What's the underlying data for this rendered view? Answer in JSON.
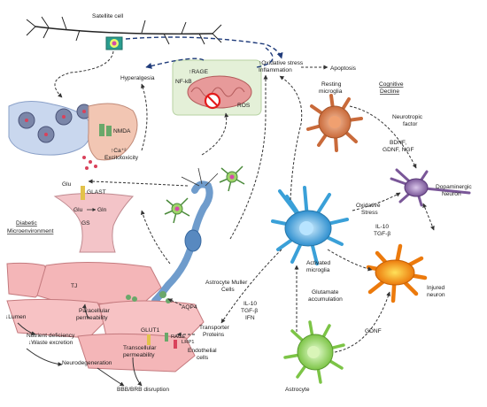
{
  "labels": {
    "satellite_cell": "Satellite cell",
    "oxidative_stress_inflammation_1": "↑Oxidative stress",
    "oxidative_stress_inflammation_2": "Inflammation",
    "apoptosis": "Apoptosis",
    "hyperalgesia": "Hyperalgesia",
    "rage": "↑RAGE",
    "nfkb": "NF-kB",
    "ros": "ROS",
    "resting_microglia_1": "Resting",
    "resting_microglia_2": "microglia",
    "cognitive_decline_1": "Cognitive",
    "cognitive_decline_2": "Decline",
    "nmda": "NMDA",
    "excitotoxicity_1": "↑Ca⁺²",
    "excitotoxicity_2": "Excitotoxicity",
    "neurotropic_factor_1": "Neurotropic",
    "neurotropic_factor_2": "factor",
    "glu_top": "Glu",
    "glast": "GLAST",
    "glu_bottom": "Glu",
    "gln": "Gln",
    "gs": "GS",
    "bdnf_1": "BDNF,",
    "bdnf_2": "GDNF, NGF",
    "diabetic_micro_1": "Diabetic",
    "diabetic_micro_2": "Microenvironment",
    "oxidative_stress_2_1": "Oxidative",
    "oxidative_stress_2_2": "Stress",
    "il10_tgf_1": "IL-10",
    "il10_tgf_2": "TGF-β",
    "dopaminergic_1": "Dopaminergic",
    "dopaminergic_2": "Neuron",
    "tj": "TJ",
    "astrocyte_muller_1": "Astrocyte Muller",
    "astrocyte_muller_2": "Cells",
    "activated_microglia_1": "Activated",
    "activated_microglia_2": "microglia",
    "aqp4": "AQP4",
    "paracellular_1": "Paracellular",
    "paracellular_2": "permeability",
    "lumen": "↓Lumen",
    "glutamate_acc_1": "Glutamate",
    "glutamate_acc_2": "accumulation",
    "il10_tgf_ifn_1": "IL-10",
    "il10_tgf_ifn_2": "TGF-β",
    "il10_tgf_ifn_3": "IFN",
    "transporter_1": "Transporter",
    "transporter_2": "Proteins",
    "injured_neuron_1": "Injured",
    "injured_neuron_2": "neuron",
    "nutrient_1": "Nutrient deficiency",
    "nutrient_2": "↓Waste excretion",
    "glut1": "GLUT1",
    "rage_small": "RAGE",
    "lrp1": "LRP1",
    "endothelial_1": "Endothelial",
    "endothelial_2": "cells",
    "transcellular_1": "Transcellular",
    "transcellular_2": "permeability",
    "gdnf": "GDNF",
    "neurodegeneration": "Neurodegeneration",
    "astrocyte": "Astrocyte",
    "bbb": "BBB/BRB disruption"
  },
  "colors": {
    "synapse": "#c9d7ee",
    "synapse_post": "#f2c6b3",
    "endfoot": "#f3c4c8",
    "vessel": "#f4b6b8",
    "mito_box": "#e4f0d8",
    "mito": "#e79a9a",
    "muller": "#6f9ccc",
    "resting_microglia": "#d27a4e",
    "activated_microglia": "#3aa0d8",
    "dopaminergic": "#8e6aa8",
    "injured_neuron": "#f08a10",
    "astrocyte": "#8ccf56",
    "satellite": "#2a9d8f",
    "dash_blue": "#1f3b7a",
    "dash_gray": "#555555"
  }
}
